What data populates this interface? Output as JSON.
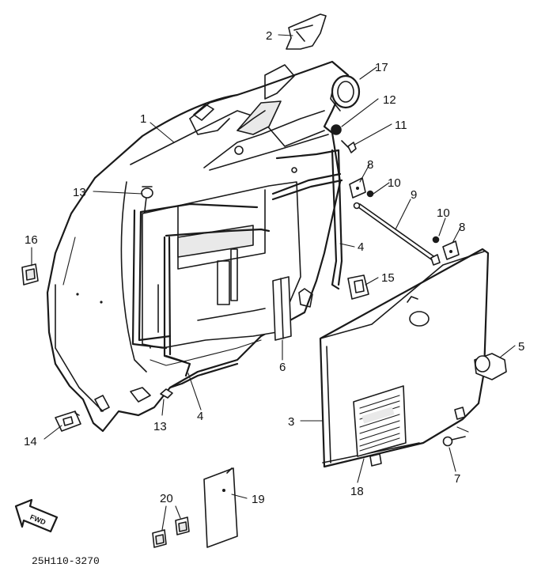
{
  "diagram": {
    "part_code": "25H110-3270",
    "fwd_label": "FWD",
    "labels": [
      {
        "id": "1",
        "text": "1"
      },
      {
        "id": "2",
        "text": "2"
      },
      {
        "id": "3",
        "text": "3"
      },
      {
        "id": "4a",
        "text": "4"
      },
      {
        "id": "4b",
        "text": "4"
      },
      {
        "id": "5",
        "text": "5"
      },
      {
        "id": "6",
        "text": "6"
      },
      {
        "id": "7",
        "text": "7"
      },
      {
        "id": "8a",
        "text": "8"
      },
      {
        "id": "8b",
        "text": "8"
      },
      {
        "id": "9",
        "text": "9"
      },
      {
        "id": "10a",
        "text": "10"
      },
      {
        "id": "10b",
        "text": "10"
      },
      {
        "id": "11",
        "text": "11"
      },
      {
        "id": "12",
        "text": "12"
      },
      {
        "id": "13a",
        "text": "13"
      },
      {
        "id": "13b",
        "text": "13"
      },
      {
        "id": "14",
        "text": "14"
      },
      {
        "id": "15",
        "text": "15"
      },
      {
        "id": "16",
        "text": "16"
      },
      {
        "id": "17",
        "text": "17"
      },
      {
        "id": "18",
        "text": "18"
      },
      {
        "id": "19",
        "text": "19"
      },
      {
        "id": "20",
        "text": "20"
      }
    ]
  }
}
